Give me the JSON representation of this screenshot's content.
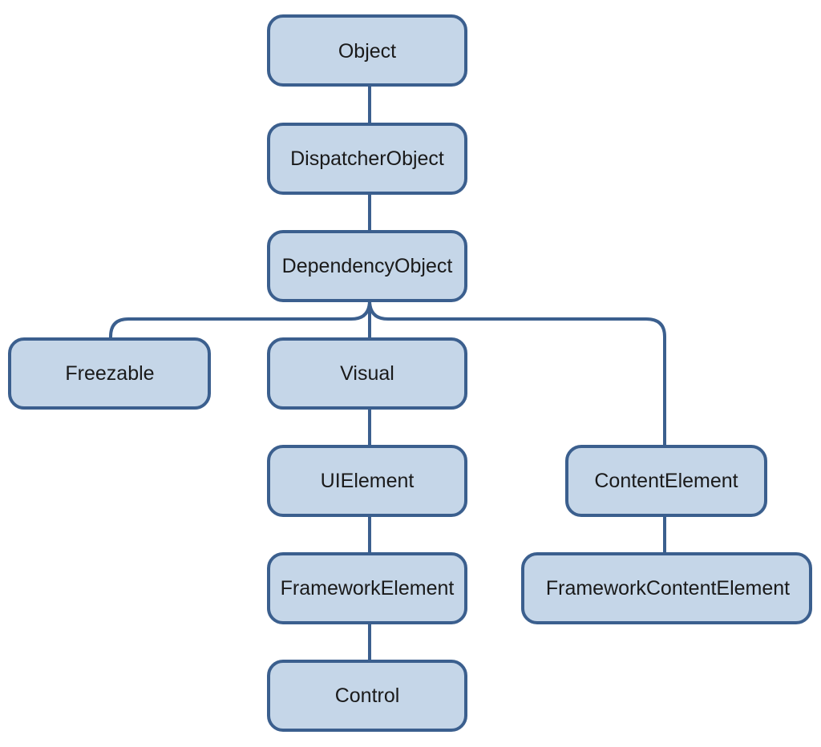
{
  "diagram": {
    "nodes": {
      "object": "Object",
      "dispatcher_object": "DispatcherObject",
      "dependency_object": "DependencyObject",
      "freezable": "Freezable",
      "visual": "Visual",
      "ui_element": "UIElement",
      "framework_element": "FrameworkElement",
      "control": "Control",
      "content_element": "ContentElement",
      "framework_content_element": "FrameworkContentElement"
    },
    "colors": {
      "box_fill": "#c5d6e8",
      "box_stroke": "#3b5f8e",
      "connector": "#3b5f8e",
      "text": "#1a1a1a"
    }
  }
}
